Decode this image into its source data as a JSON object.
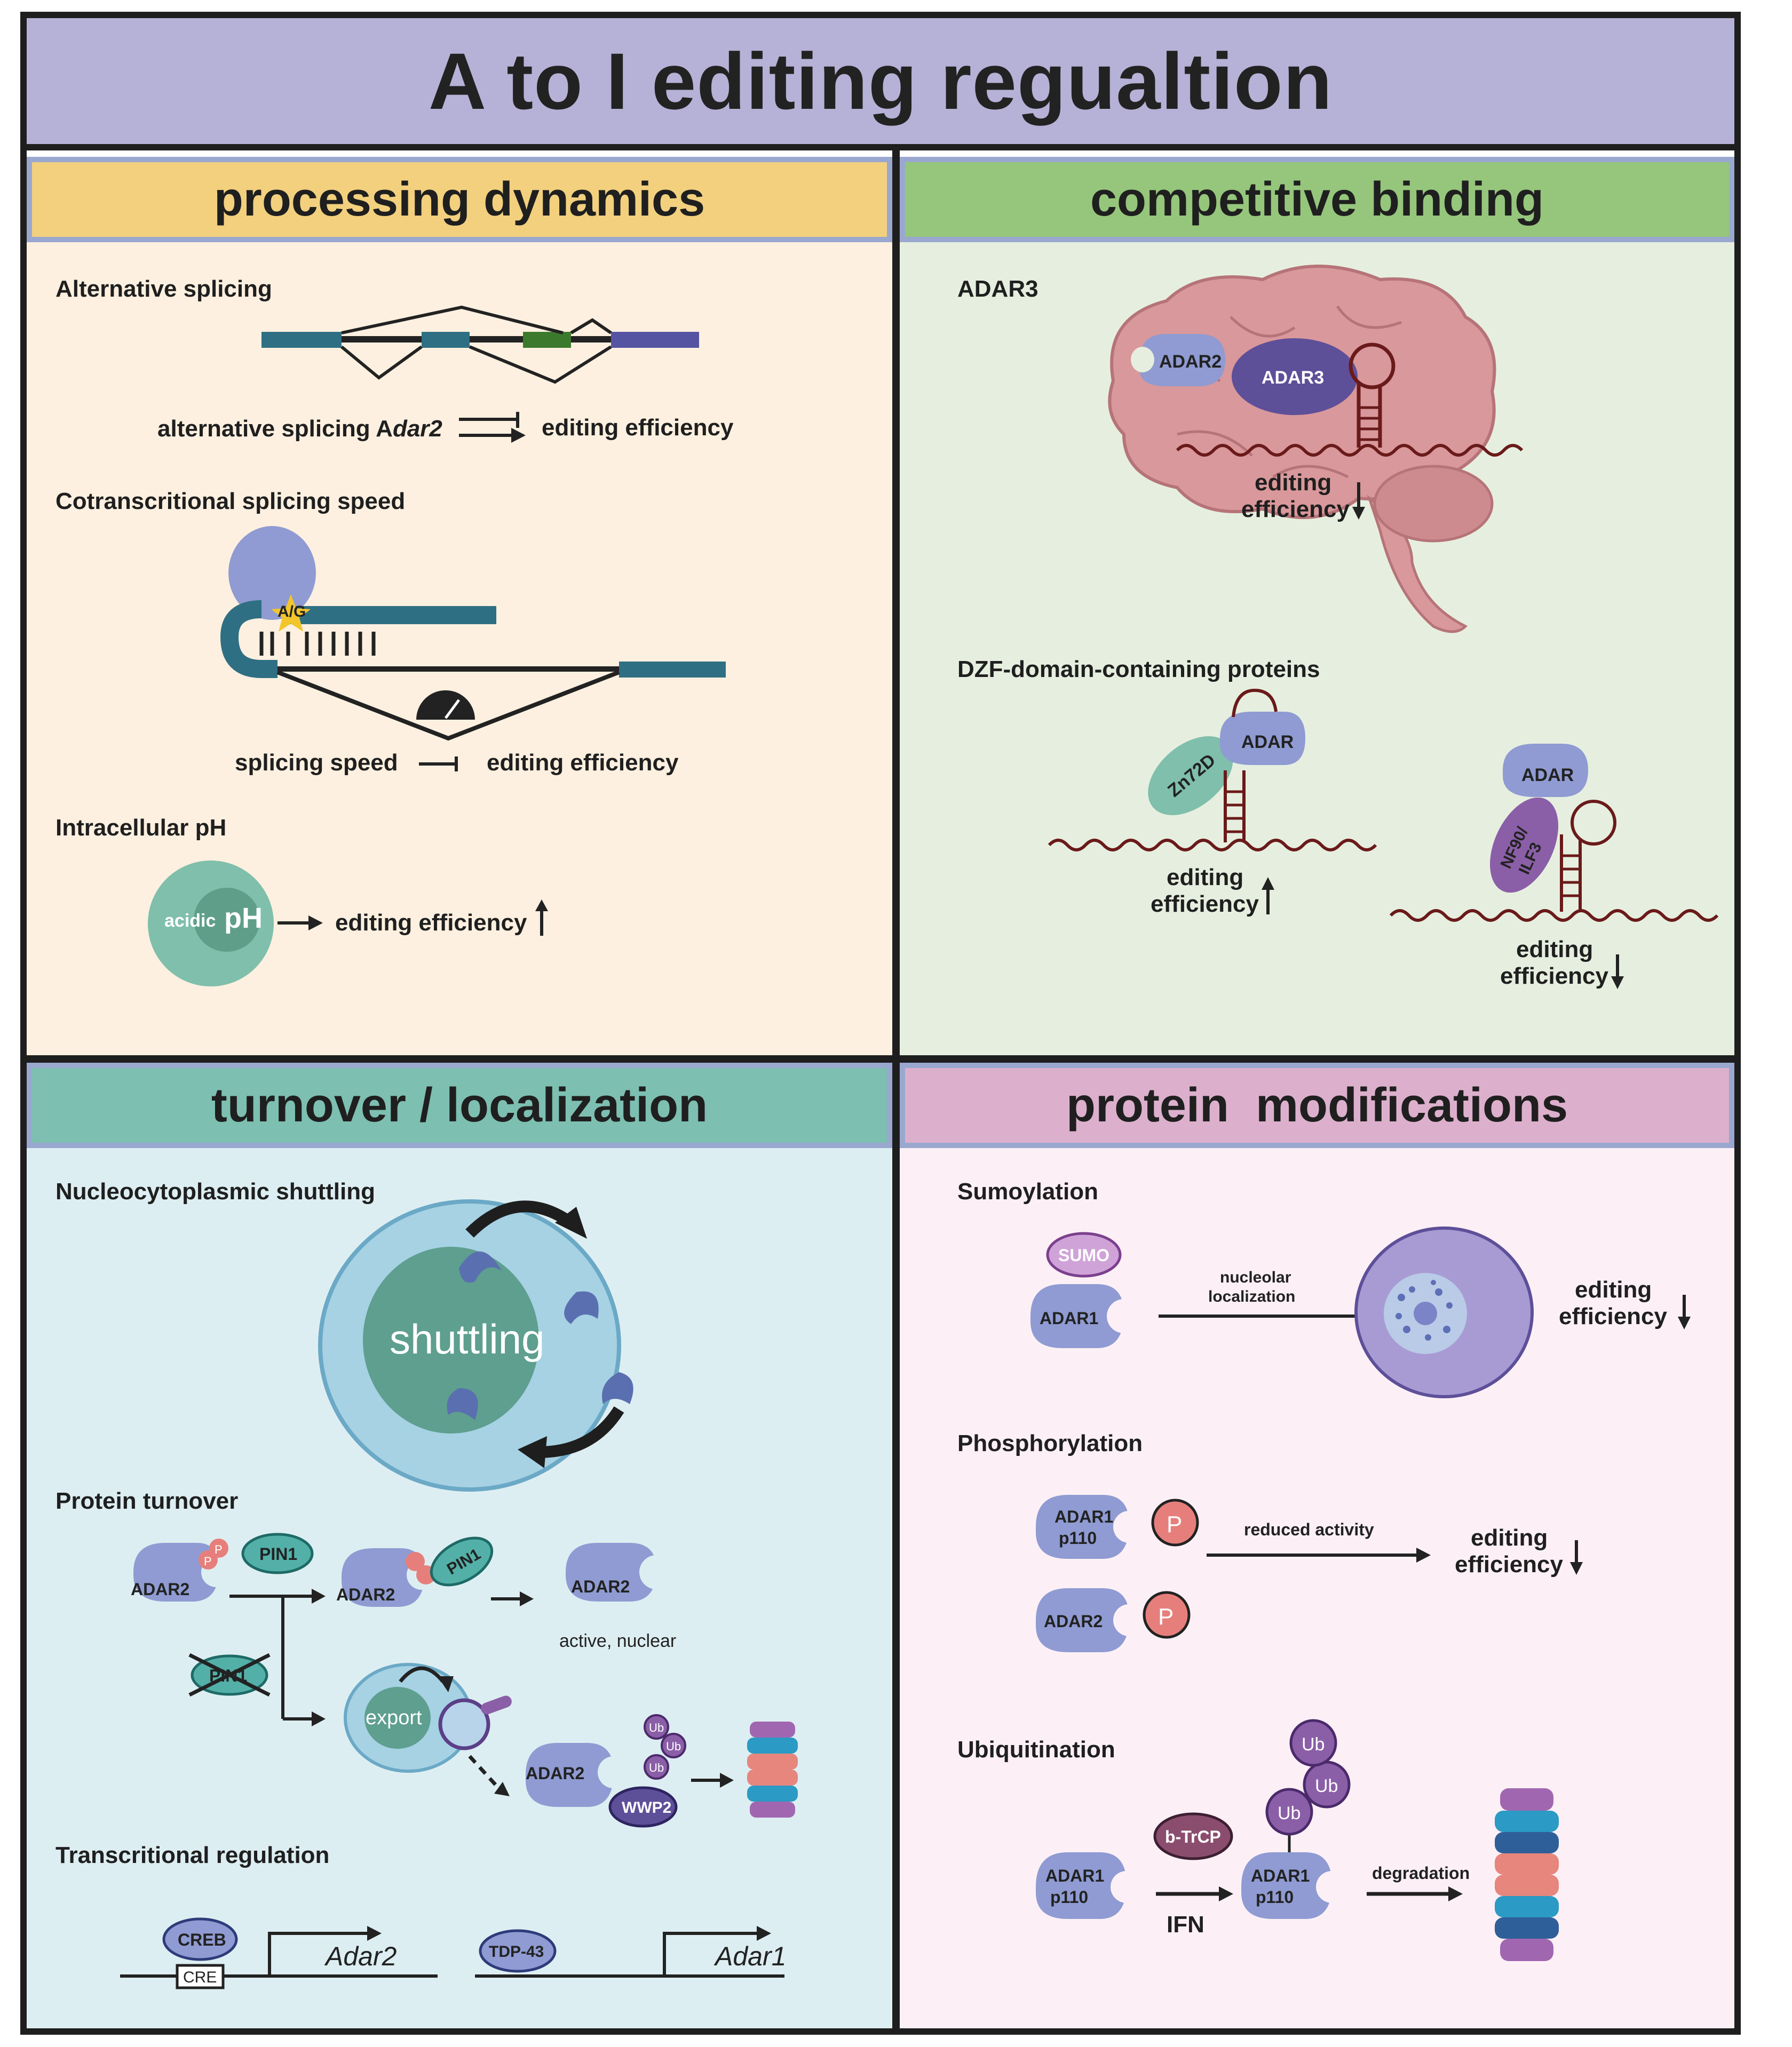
{
  "title": "A to I editing regualtion",
  "panels": {
    "processing": {
      "header": "processing dynamics",
      "alt_splicing_title": "Alternative splicing",
      "alt_splicing_left": "alternative splicing A",
      "alt_splicing_gene": "dar2",
      "alt_splicing_right": "editing efficiency",
      "cotrans_title": "Cotranscritional splicing speed",
      "ag_label": "A/G",
      "speed_left": "splicing speed",
      "speed_right": "editing efficiency",
      "ph_title": "Intracellular pH",
      "ph_small": "acidic",
      "ph_big": "pH",
      "ph_right": "editing efficiency"
    },
    "competitive": {
      "header": "competitive binding",
      "adar3_title": "ADAR3",
      "adar2_label": "ADAR2",
      "adar3_label": "ADAR3",
      "brain_editing_1": "editing",
      "brain_editing_2": "efficiency",
      "dzf_title": "DZF-domain-containing proteins",
      "zn72d_label": "Zn72D",
      "adar_label_a": "ADAR",
      "dzf_editing_a1": "editing",
      "dzf_editing_a2": "efficiency",
      "adar_label_b": "ADAR",
      "nf90_label_1": "NF90/",
      "nf90_label_2": "ILF3",
      "dzf_editing_b1": "editing",
      "dzf_editing_b2": "efficiency"
    },
    "turnover": {
      "header": "turnover / localization",
      "shuttling_title": "Nucleocytoplasmic shuttling",
      "shuttling_label": "shuttling",
      "turnover_title": "Protein turnover",
      "adar2_a": "ADAR2",
      "pin1_a": "PIN1",
      "adar2_b": "ADAR2",
      "pin1_b": "PIN1",
      "adar2_c": "ADAR2",
      "active_nuclear": "active, nuclear",
      "pin1_crossed": "PIN1",
      "export_label": "export",
      "adar2_d": "ADAR2",
      "wwp2_label": "WWP2",
      "p_label": "P",
      "ub_label": "Ub",
      "transcr_title": "Transcritional regulation",
      "creb_label": "CREB",
      "cre_label": "CRE",
      "adar2_gene": "Adar2",
      "tdp43_label": "TDP-43",
      "adar1_gene": "Adar1"
    },
    "modifications": {
      "header": "protein  modifications",
      "sumo_title": "Sumoylation",
      "sumo_label": "SUMO",
      "adar1_label": "ADAR1",
      "nucleolar_1": "nucleolar",
      "nucleolar_2": "localization",
      "sumo_editing_1": "editing",
      "sumo_editing_2": "efficiency",
      "phos_title": "Phosphorylation",
      "adar1_p110_1": "ADAR1",
      "adar1_p110_2": "p110",
      "p_label": "P",
      "reduced_activity": "reduced activity",
      "phos_editing_1": "editing",
      "phos_editing_2": "efficiency",
      "adar2_label": "ADAR2",
      "ubiq_title": "Ubiquitination",
      "btrcp_label": "b-TrCP",
      "ub_label": "Ub",
      "adar1_p110_a1": "ADAR1",
      "adar1_p110_a2": "p110",
      "ifn_label": "IFN",
      "adar1_p110_b1": "ADAR1",
      "adar1_p110_b2": "p110",
      "degradation": "degradation"
    }
  },
  "colors": {
    "title_bg": "#b6b1d6",
    "processing_header": "#f2d07e",
    "processing_bg": "#fdf0e0",
    "competitive_header": "#95c67c",
    "competitive_bg": "#e6efdf",
    "turnover_header": "#7dbfb1",
    "turnover_bg": "#ddeef2",
    "modifications_header": "#dcb0cc",
    "modifications_bg": "#fcf0f6",
    "protein": "#8f9bd2",
    "dark_protein": "#5e4f99"
  }
}
